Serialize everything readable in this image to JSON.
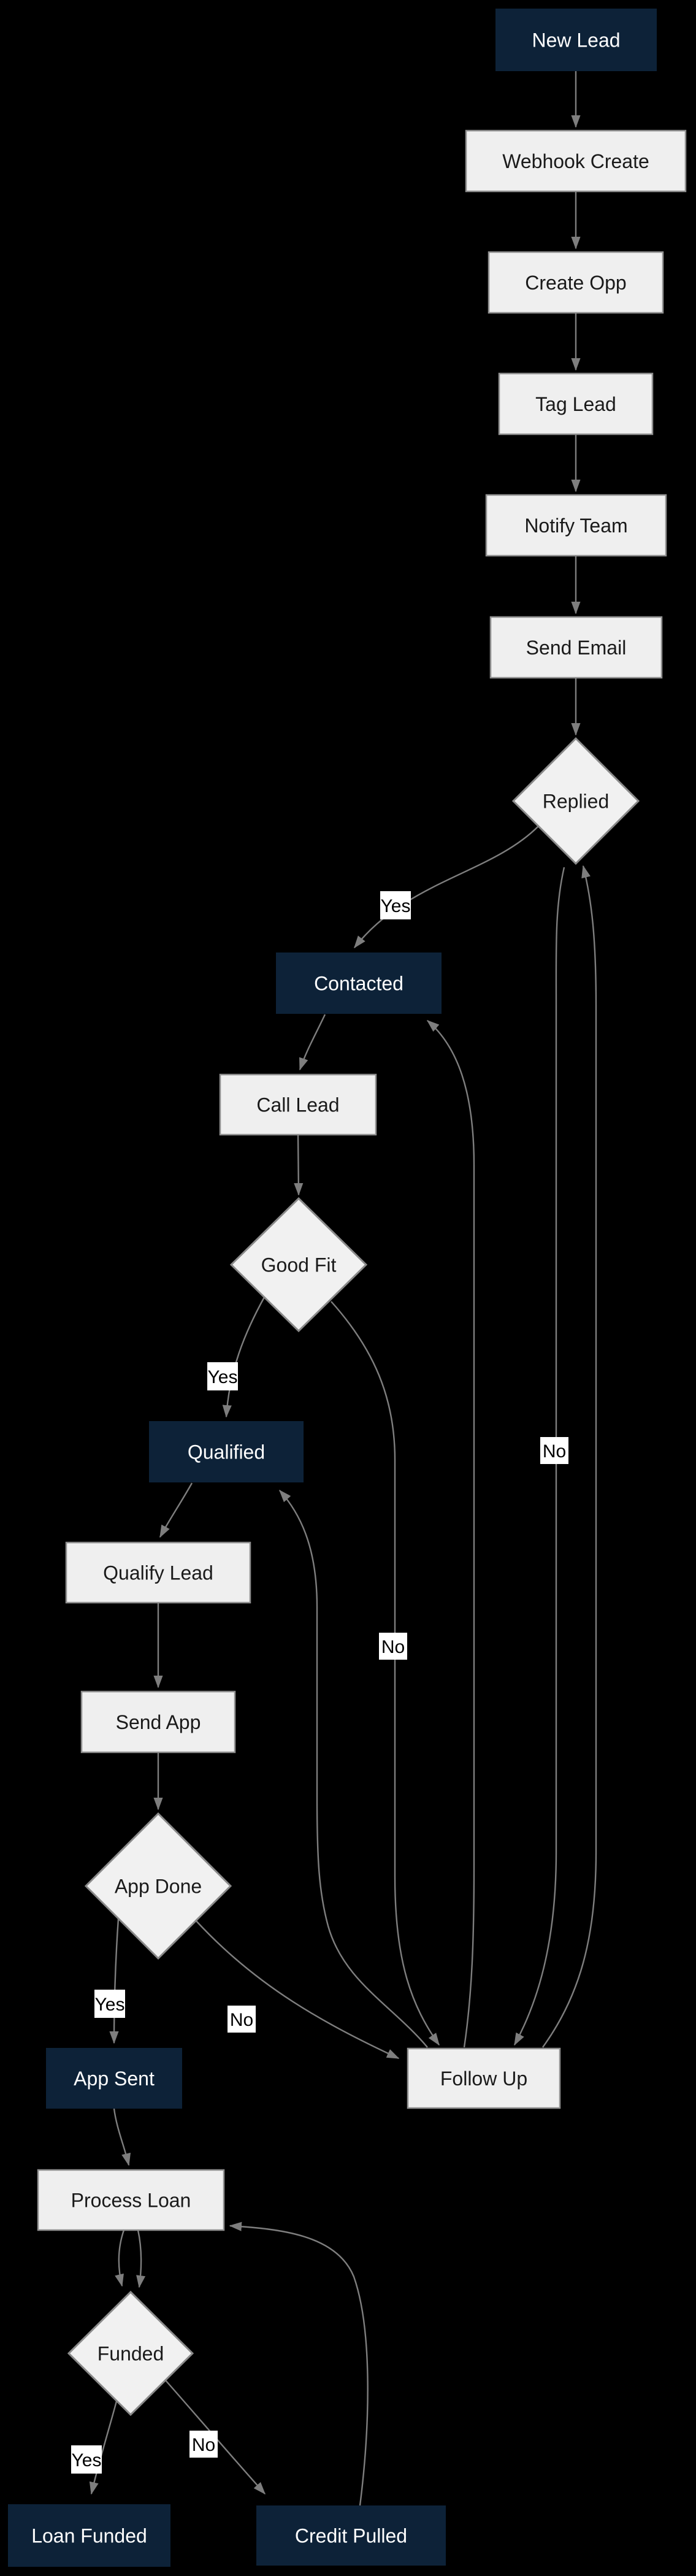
{
  "diagram": {
    "palette": {
      "background": "#000000",
      "start_fill": "#0d2238",
      "start_text": "#ffffff",
      "process_fill": "#efefef",
      "process_text": "#1a1a1a",
      "process_border": "#8f8f8f",
      "decision_fill": "#f1f1f1",
      "decision_border": "#8a8a8a",
      "edge_color": "#7e7e7e",
      "edge_label_bg": "#ffffff",
      "edge_label_text": "#000000"
    },
    "nodes": [
      {
        "id": "new-lead",
        "label": "New Lead",
        "shape": "rect",
        "variant": "dark"
      },
      {
        "id": "webhook-create",
        "label": "Webhook Create",
        "shape": "rect",
        "variant": "light"
      },
      {
        "id": "create-opp",
        "label": "Create Opp",
        "shape": "rect",
        "variant": "light"
      },
      {
        "id": "tag-lead",
        "label": "Tag Lead",
        "shape": "rect",
        "variant": "light"
      },
      {
        "id": "notify-team",
        "label": "Notify Team",
        "shape": "rect",
        "variant": "light"
      },
      {
        "id": "send-email",
        "label": "Send Email",
        "shape": "rect",
        "variant": "light"
      },
      {
        "id": "replied",
        "label": "Replied",
        "shape": "diamond",
        "variant": "decision"
      },
      {
        "id": "contacted",
        "label": "Contacted",
        "shape": "rect",
        "variant": "dark"
      },
      {
        "id": "call-lead",
        "label": "Call Lead",
        "shape": "rect",
        "variant": "light"
      },
      {
        "id": "good-fit",
        "label": "Good Fit",
        "shape": "diamond",
        "variant": "decision"
      },
      {
        "id": "qualified",
        "label": "Qualified",
        "shape": "rect",
        "variant": "dark"
      },
      {
        "id": "qualify-lead",
        "label": "Qualify Lead",
        "shape": "rect",
        "variant": "light"
      },
      {
        "id": "send-app",
        "label": "Send App",
        "shape": "rect",
        "variant": "light"
      },
      {
        "id": "app-done",
        "label": "App Done",
        "shape": "diamond",
        "variant": "decision"
      },
      {
        "id": "app-sent",
        "label": "App Sent",
        "shape": "rect",
        "variant": "dark"
      },
      {
        "id": "process-loan",
        "label": "Process Loan",
        "shape": "rect",
        "variant": "light"
      },
      {
        "id": "funded",
        "label": "Funded",
        "shape": "diamond",
        "variant": "decision"
      },
      {
        "id": "loan-funded",
        "label": "Loan Funded",
        "shape": "rect",
        "variant": "dark"
      },
      {
        "id": "credit-pulled",
        "label": "Credit Pulled",
        "shape": "rect",
        "variant": "dark"
      },
      {
        "id": "follow-up",
        "label": "Follow Up",
        "shape": "rect",
        "variant": "light"
      }
    ],
    "edges": [
      {
        "from": "new-lead",
        "to": "webhook-create"
      },
      {
        "from": "webhook-create",
        "to": "create-opp"
      },
      {
        "from": "create-opp",
        "to": "tag-lead"
      },
      {
        "from": "tag-lead",
        "to": "notify-team"
      },
      {
        "from": "notify-team",
        "to": "send-email"
      },
      {
        "from": "send-email",
        "to": "replied"
      },
      {
        "from": "replied",
        "to": "contacted",
        "label": "Yes"
      },
      {
        "from": "contacted",
        "to": "call-lead"
      },
      {
        "from": "call-lead",
        "to": "good-fit"
      },
      {
        "from": "good-fit",
        "to": "qualified",
        "label": "Yes"
      },
      {
        "from": "qualified",
        "to": "qualify-lead"
      },
      {
        "from": "qualify-lead",
        "to": "send-app"
      },
      {
        "from": "send-app",
        "to": "app-done"
      },
      {
        "from": "app-done",
        "to": "app-sent",
        "label": "Yes"
      },
      {
        "from": "app-sent",
        "to": "process-loan"
      },
      {
        "from": "process-loan",
        "to": "funded"
      },
      {
        "from": "process-loan",
        "to": "funded"
      },
      {
        "from": "funded",
        "to": "loan-funded",
        "label": "Yes"
      },
      {
        "from": "funded",
        "to": "credit-pulled",
        "label": "No"
      },
      {
        "from": "credit-pulled",
        "to": "process-loan"
      },
      {
        "from": "app-done",
        "to": "follow-up",
        "label": "No"
      },
      {
        "from": "good-fit",
        "to": "follow-up",
        "label": "No"
      },
      {
        "from": "replied",
        "to": "follow-up",
        "label": "No"
      },
      {
        "from": "follow-up",
        "to": "replied"
      },
      {
        "from": "follow-up",
        "to": "contacted"
      },
      {
        "from": "follow-up",
        "to": "qualified"
      }
    ]
  }
}
